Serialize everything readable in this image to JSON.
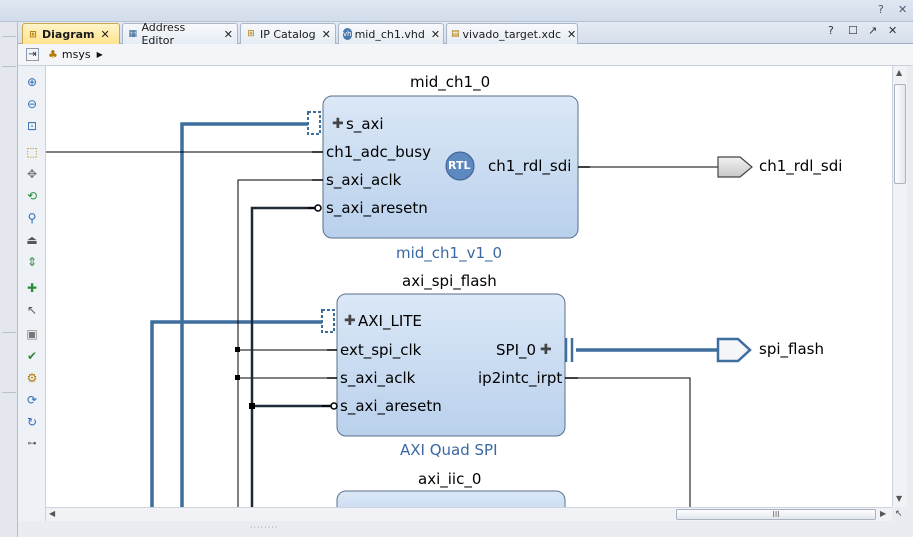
{
  "window": {
    "controls": [
      "?",
      "✕"
    ],
    "panel_controls": [
      "?",
      "☐",
      "↗",
      "✕"
    ]
  },
  "tabs": [
    {
      "label": "Diagram",
      "icon": "diagram-icon",
      "active": true
    },
    {
      "label": "Address Editor",
      "icon": "address-editor-icon",
      "active": false
    },
    {
      "label": "IP Catalog",
      "icon": "ip-catalog-icon",
      "active": false
    },
    {
      "label": "mid_ch1.vhd",
      "icon": "vhdl-file-icon",
      "active": false
    },
    {
      "label": "vivado_target.xdc",
      "icon": "xdc-file-icon",
      "active": false
    }
  ],
  "breadcrumb": {
    "label": "msys",
    "icon": "hierarchy-icon"
  },
  "toolbar": {
    "icons": [
      "zoom-in-icon",
      "zoom-out-icon",
      "zoom-fit-icon",
      "select-area-icon",
      "fit-selection-icon",
      "auto-connect-icon",
      "search-icon",
      "collapse-icon",
      "expand-icon",
      "add-ip-icon",
      "pointer-icon",
      "add-module-icon",
      "validate-design-icon",
      "settings-icon",
      "refresh-icon",
      "regenerate-icon",
      "pin-icon"
    ]
  },
  "blocks": [
    {
      "id": "mid_ch1_0",
      "title": "mid_ch1_0",
      "subtitle": "mid_ch1_v1_0",
      "badge": "RTL",
      "ports_left": [
        "s_axi",
        "ch1_adc_busy",
        "s_axi_aclk",
        "s_axi_aresetn"
      ],
      "ports_right": [
        "ch1_rdl_sdi"
      ]
    },
    {
      "id": "axi_spi_flash",
      "title": "axi_spi_flash",
      "subtitle": "AXI Quad SPI",
      "ports_left": [
        "AXI_LITE",
        "ext_spi_clk",
        "s_axi_aclk",
        "s_axi_aresetn"
      ],
      "ports_right": [
        "SPI_0",
        "ip2intc_irpt"
      ]
    },
    {
      "id": "axi_iic_0",
      "title": "axi_iic_0"
    }
  ],
  "external_ports": [
    "ch1_rdl_sdi",
    "spi_flash"
  ],
  "scrollbar": {
    "grip": "III"
  },
  "colors": {
    "block_fill_top": "#dbe8f7",
    "block_fill_bottom": "#b9d0ec",
    "bus": "#3e6e9e",
    "wire": "#000000",
    "subtitle": "#3a68a0"
  }
}
